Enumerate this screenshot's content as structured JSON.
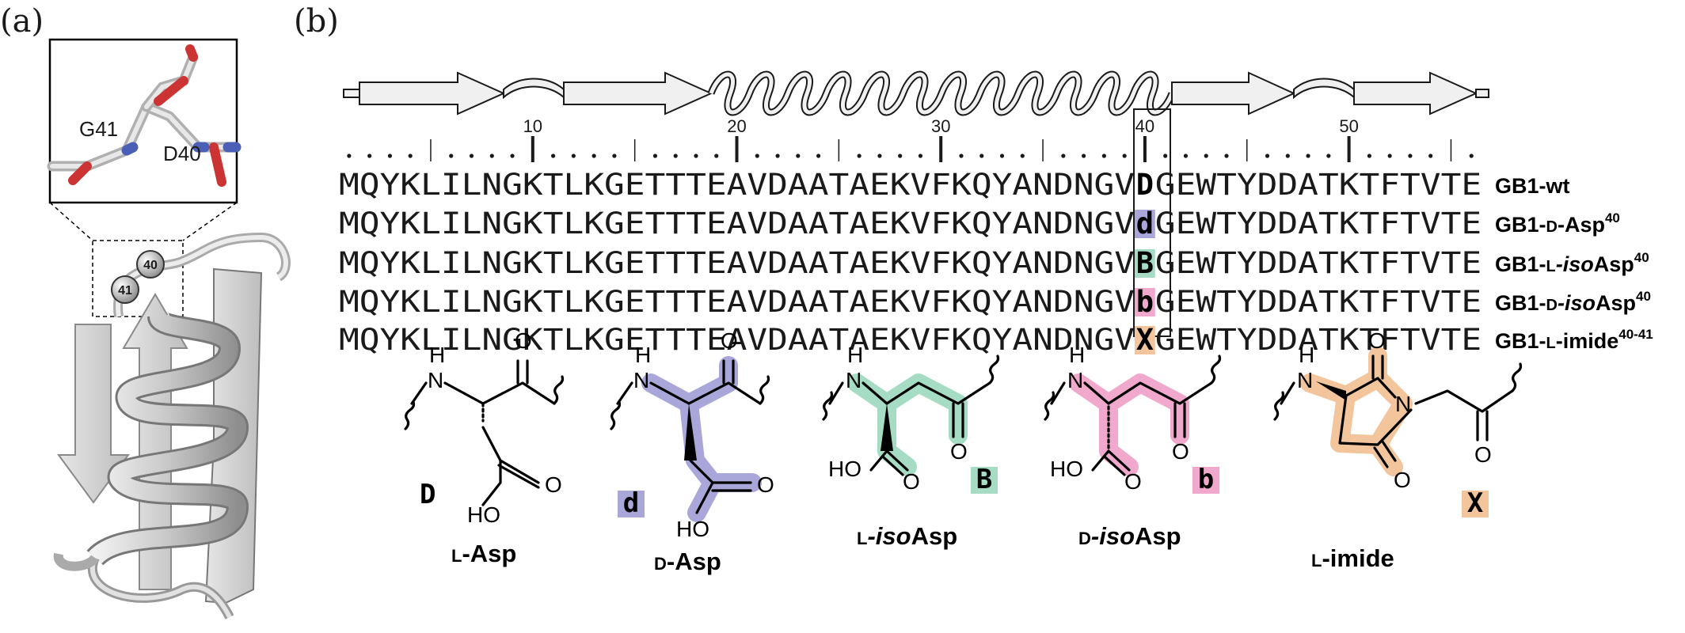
{
  "panel_labels": {
    "a": "(a)",
    "b": "(b)"
  },
  "inset": {
    "residue_left": "G41",
    "residue_right": "D40"
  },
  "ribbon_nodes": {
    "n40": "40",
    "n41": "41"
  },
  "ruler": {
    "ticks": [
      "10",
      "20",
      "30",
      "40",
      "50"
    ]
  },
  "sequence": {
    "prefix": "MQYKLILNGKTLKGETTTEAVDAATAEKVFKQYANDNGV",
    "suffix": "GEWTYDDATKTFTVTE"
  },
  "rows": [
    {
      "code": "D",
      "color": "#ffffff",
      "name": {
        "pre": "GB1-wt",
        "sc": "",
        "it": "",
        "post": "",
        "sup": ""
      }
    },
    {
      "code": "d",
      "color": "#a9a6d9",
      "name": {
        "pre": "GB1-",
        "sc": "D",
        "it": "",
        "post": "-Asp",
        "sup": "40"
      }
    },
    {
      "code": "B",
      "color": "#a7dcc4",
      "name": {
        "pre": "GB1-",
        "sc": "L",
        "it": "-iso",
        "post": "Asp",
        "sup": "40"
      }
    },
    {
      "code": "b",
      "color": "#f0a9cc",
      "name": {
        "pre": "GB1-",
        "sc": "D",
        "it": "-iso",
        "post": "Asp",
        "sup": "40"
      }
    },
    {
      "code": "X",
      "color": "#f3c59c",
      "name": {
        "pre": "GB1-",
        "sc": "L",
        "it": "",
        "post": "-imide",
        "sup": "40-41"
      }
    }
  ],
  "structures": [
    {
      "code": "D",
      "name_sc": "L",
      "name_rest": "-Asp",
      "name_it": "",
      "color": ""
    },
    {
      "code": "d",
      "name_sc": "D",
      "name_rest": "-Asp",
      "name_it": "",
      "color": "#a9a6d9"
    },
    {
      "code": "B",
      "name_sc": "L",
      "name_rest": "Asp",
      "name_it": "-iso",
      "color": "#a7dcc4"
    },
    {
      "code": "b",
      "name_sc": "D",
      "name_rest": "Asp",
      "name_it": "-iso",
      "color": "#f0a9cc"
    },
    {
      "code": "X",
      "name_sc": "L",
      "name_rest": "-imide",
      "name_it": "",
      "color": "#f3c59c"
    }
  ],
  "atoms": {
    "H": "H",
    "N": "N",
    "O": "O",
    "HO": "HO"
  }
}
